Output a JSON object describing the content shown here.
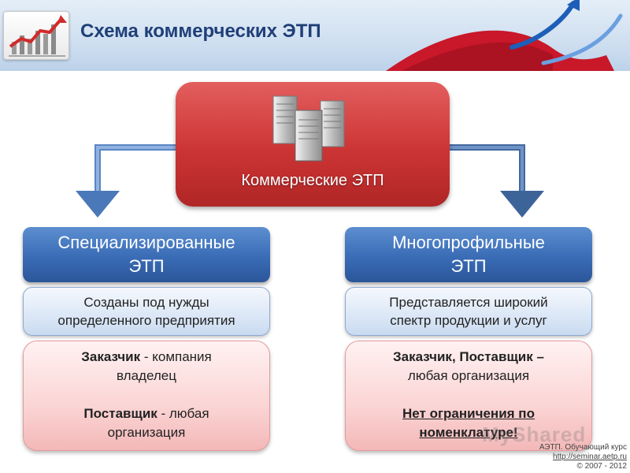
{
  "header": {
    "title": "Схема коммерческих ЭТП"
  },
  "top": {
    "label": "Коммерческие ЭТП"
  },
  "left": {
    "category_line1": "Специализированные",
    "category_line2": "ЭТП",
    "desc_line1": "Созданы под нужды",
    "desc_line2": "определенного предприятия",
    "customer_bold": "Заказчик",
    "customer_rest": " - компания",
    "customer_line2": "владелец",
    "supplier_bold": "Поставщик",
    "supplier_rest": " - любая",
    "supplier_line2": "организация"
  },
  "right": {
    "category_line1": "Многопрофильные",
    "category_line2": "ЭТП",
    "desc_line1": "Представляется широкий",
    "desc_line2": "спектр продукции и услуг",
    "roles_bold": "Заказчик, Поставщик",
    "roles_rest": " –",
    "roles_line2": "любая организация",
    "nolimit_line1": "Нет ограничения по",
    "nolimit_line2": "номенклатуре!"
  },
  "footer": {
    "line1": "АЭТП. Обучающий курс",
    "line2": "http://seminar.aetp.ru",
    "line3": "© 2007 - 2012"
  },
  "watermark": "MyShared",
  "colors": {
    "title": "#1f3f78",
    "top_box": "#cc3434",
    "category_box": "#3a6cb6",
    "arrow": "#4a78b8"
  },
  "icons": {
    "logo": "growth-chart-icon",
    "servers": "server-towers-icon"
  }
}
